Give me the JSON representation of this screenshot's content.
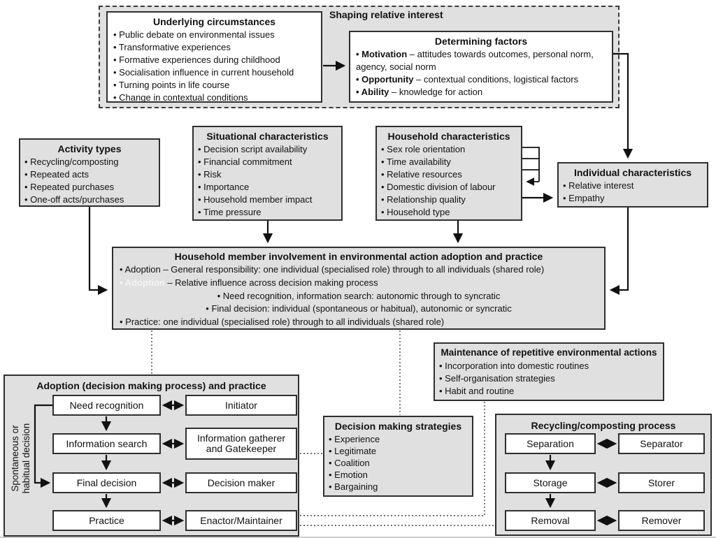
{
  "shaping": {
    "label": "Shaping relative interest"
  },
  "underlying": {
    "title": "Underlying circumstances",
    "items": [
      "• Public debate on environmental issues",
      "• Transformative experiences",
      "• Formative experiences during childhood",
      "• Socialisation influence in current household",
      "• Turning points in life course",
      "• Change in contextual conditions"
    ]
  },
  "determining": {
    "title": "Determining factors",
    "items": [
      {
        "bold": "• Motivation",
        "rest": " – attitudes towards outcomes, personal norm, agency, social norm"
      },
      {
        "bold": "• Opportunity",
        "rest": " – contextual conditions, logistical factors"
      },
      {
        "bold": "• Ability",
        "rest": " – knowledge for action"
      }
    ]
  },
  "activity": {
    "title": "Activity types",
    "items": [
      "• Recycling/composting",
      "• Repeated acts",
      "• Repeated purchases",
      "• One-off acts/purchases"
    ]
  },
  "situational": {
    "title": "Situational characteristics",
    "items": [
      "• Decision script availability",
      "• Financial commitment",
      "• Risk",
      "• Importance",
      "• Household member impact",
      "• Time pressure"
    ]
  },
  "household": {
    "title": "Household characteristics",
    "items": [
      "• Sex role orientation",
      "• Time availability",
      "• Relative resources",
      "• Domestic division of labour",
      "• Relationship quality",
      "• Household type"
    ]
  },
  "individual": {
    "title": "Individual characteristics",
    "items": [
      "• Relative interest",
      "• Empathy"
    ]
  },
  "central": {
    "title": "Household member involvement in environmental action adoption and practice",
    "line1": {
      "bold": "• Adoption",
      "rest": " – General responsibility: one individual (specialised role) through to all individuals (shared role)"
    },
    "line2": {
      "ghost": "• Adoption",
      "rest": " – Relative influence across decision making process"
    },
    "line3": "• Need recognition, information search: autonomic through to syncratic",
    "line4": "• Final decision: individual (spontaneous or habitual), autonomic or syncratic",
    "line5": {
      "bold": "• Practice",
      "rest": ": one individual (specialised role) through to all individuals (shared role)"
    }
  },
  "maintenance": {
    "title": "Maintenance of repetitive environmental actions",
    "items": [
      "• Incorporation into domestic routines",
      "• Self-organisation strategies",
      "• Habit and routine"
    ]
  },
  "adoption_panel": {
    "title": "Adoption (decision making process) and practice",
    "side_label_line1": "Spontaneous or",
    "side_label_line2": "habitual decision",
    "stages": [
      "Need recognition",
      "Information search",
      "Final decision",
      "Practice"
    ],
    "roles": [
      "Initiator",
      "Information gatherer and Gatekeeper",
      "Decision maker",
      "Enactor/Maintainer"
    ]
  },
  "strategies": {
    "title": "Decision making strategies",
    "items": [
      "• Experience",
      "• Legitimate",
      "• Coalition",
      "• Emotion",
      "• Bargaining"
    ]
  },
  "recycling": {
    "title": "Recycling/composting process",
    "stages": [
      "Separation",
      "Storage",
      "Removal"
    ],
    "roles": [
      "Separator",
      "Storer",
      "Remover"
    ]
  }
}
